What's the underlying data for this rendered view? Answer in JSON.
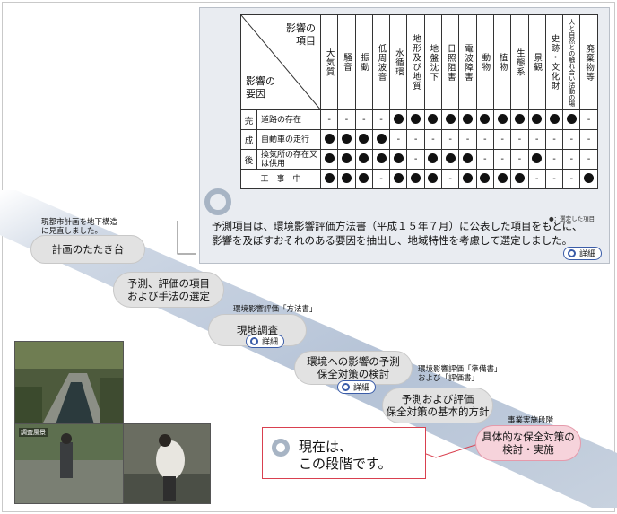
{
  "matrix": {
    "corner_top": [
      "影響の",
      "項目"
    ],
    "corner_bottom": [
      "影響の",
      "要因"
    ],
    "columns": [
      "大気質",
      "騒音",
      "振動",
      "低周波音",
      "水循環",
      "地形及び地質",
      "地盤沈下",
      "日照阻害",
      "電波障害",
      "動物",
      "植物",
      "生態系",
      "景観",
      "史跡・文化財",
      "人と自然との触れ合い活動の場",
      "廃棄物等"
    ],
    "stages": [
      "完",
      "成",
      "後"
    ],
    "factors": [
      "道路の存在",
      "自動車の走行",
      "換気所の存在又は供用",
      "工　事　中"
    ],
    "rows": [
      [
        "-",
        "-",
        "-",
        "-",
        "●",
        "●",
        "●",
        "●",
        "●",
        "●",
        "●",
        "●",
        "●",
        "●",
        "●",
        "-"
      ],
      [
        "●",
        "●",
        "●",
        "●",
        "-",
        "-",
        "-",
        "-",
        "-",
        "-",
        "-",
        "-",
        "-",
        "-",
        "-",
        "-"
      ],
      [
        "●",
        "●",
        "●",
        "●",
        "●",
        "-",
        "●",
        "●",
        "●",
        "-",
        "-",
        "-",
        "●",
        "-",
        "-",
        "-"
      ],
      [
        "●",
        "●",
        "●",
        "-",
        "●",
        "●",
        "●",
        "-",
        "●",
        "●",
        "●",
        "●",
        "-",
        "-",
        "-",
        "●"
      ]
    ],
    "legend": "●：選定した項目"
  },
  "description": {
    "line1": "予測項目は、環境影響評価方法書（平成１５年７月）に公表した項目をもとに、",
    "line2": "影響を及ぼすおそれのある要因を抽出し、地域特性を考慮して選定しました。"
  },
  "detail_label": "詳細",
  "steps": [
    {
      "note": [
        "現都市計画を地下構造",
        "に見直しました。"
      ],
      "label": [
        "計画のたたき台"
      ]
    },
    {
      "note": [],
      "label": [
        "予測、評価の項目",
        "および手法の選定"
      ]
    },
    {
      "note": [
        "環境影響評価「方法書」"
      ],
      "label": [
        "現地調査"
      ]
    },
    {
      "note": [],
      "label": [
        "環境への影響の予測",
        "保全対策の検討"
      ]
    },
    {
      "note": [
        "環境影響評価「準備書」",
        "および「評価書」"
      ],
      "label": [
        "予測および評価",
        "保全対策の基本的方針"
      ]
    },
    {
      "note": [
        "事業実施段階"
      ],
      "label": [
        "具体的な保全対策の",
        "検討・実施"
      ]
    }
  ],
  "photo_tag": "調査風景",
  "callout": [
    "現在は、",
    "この段階です。"
  ],
  "colors": {
    "band": "#b9c6d8",
    "bubble": "#e2e2e2",
    "current_bubble": "#f6d3db",
    "callout_border": "#d9404f",
    "detail_border": "#3a5ca8"
  }
}
